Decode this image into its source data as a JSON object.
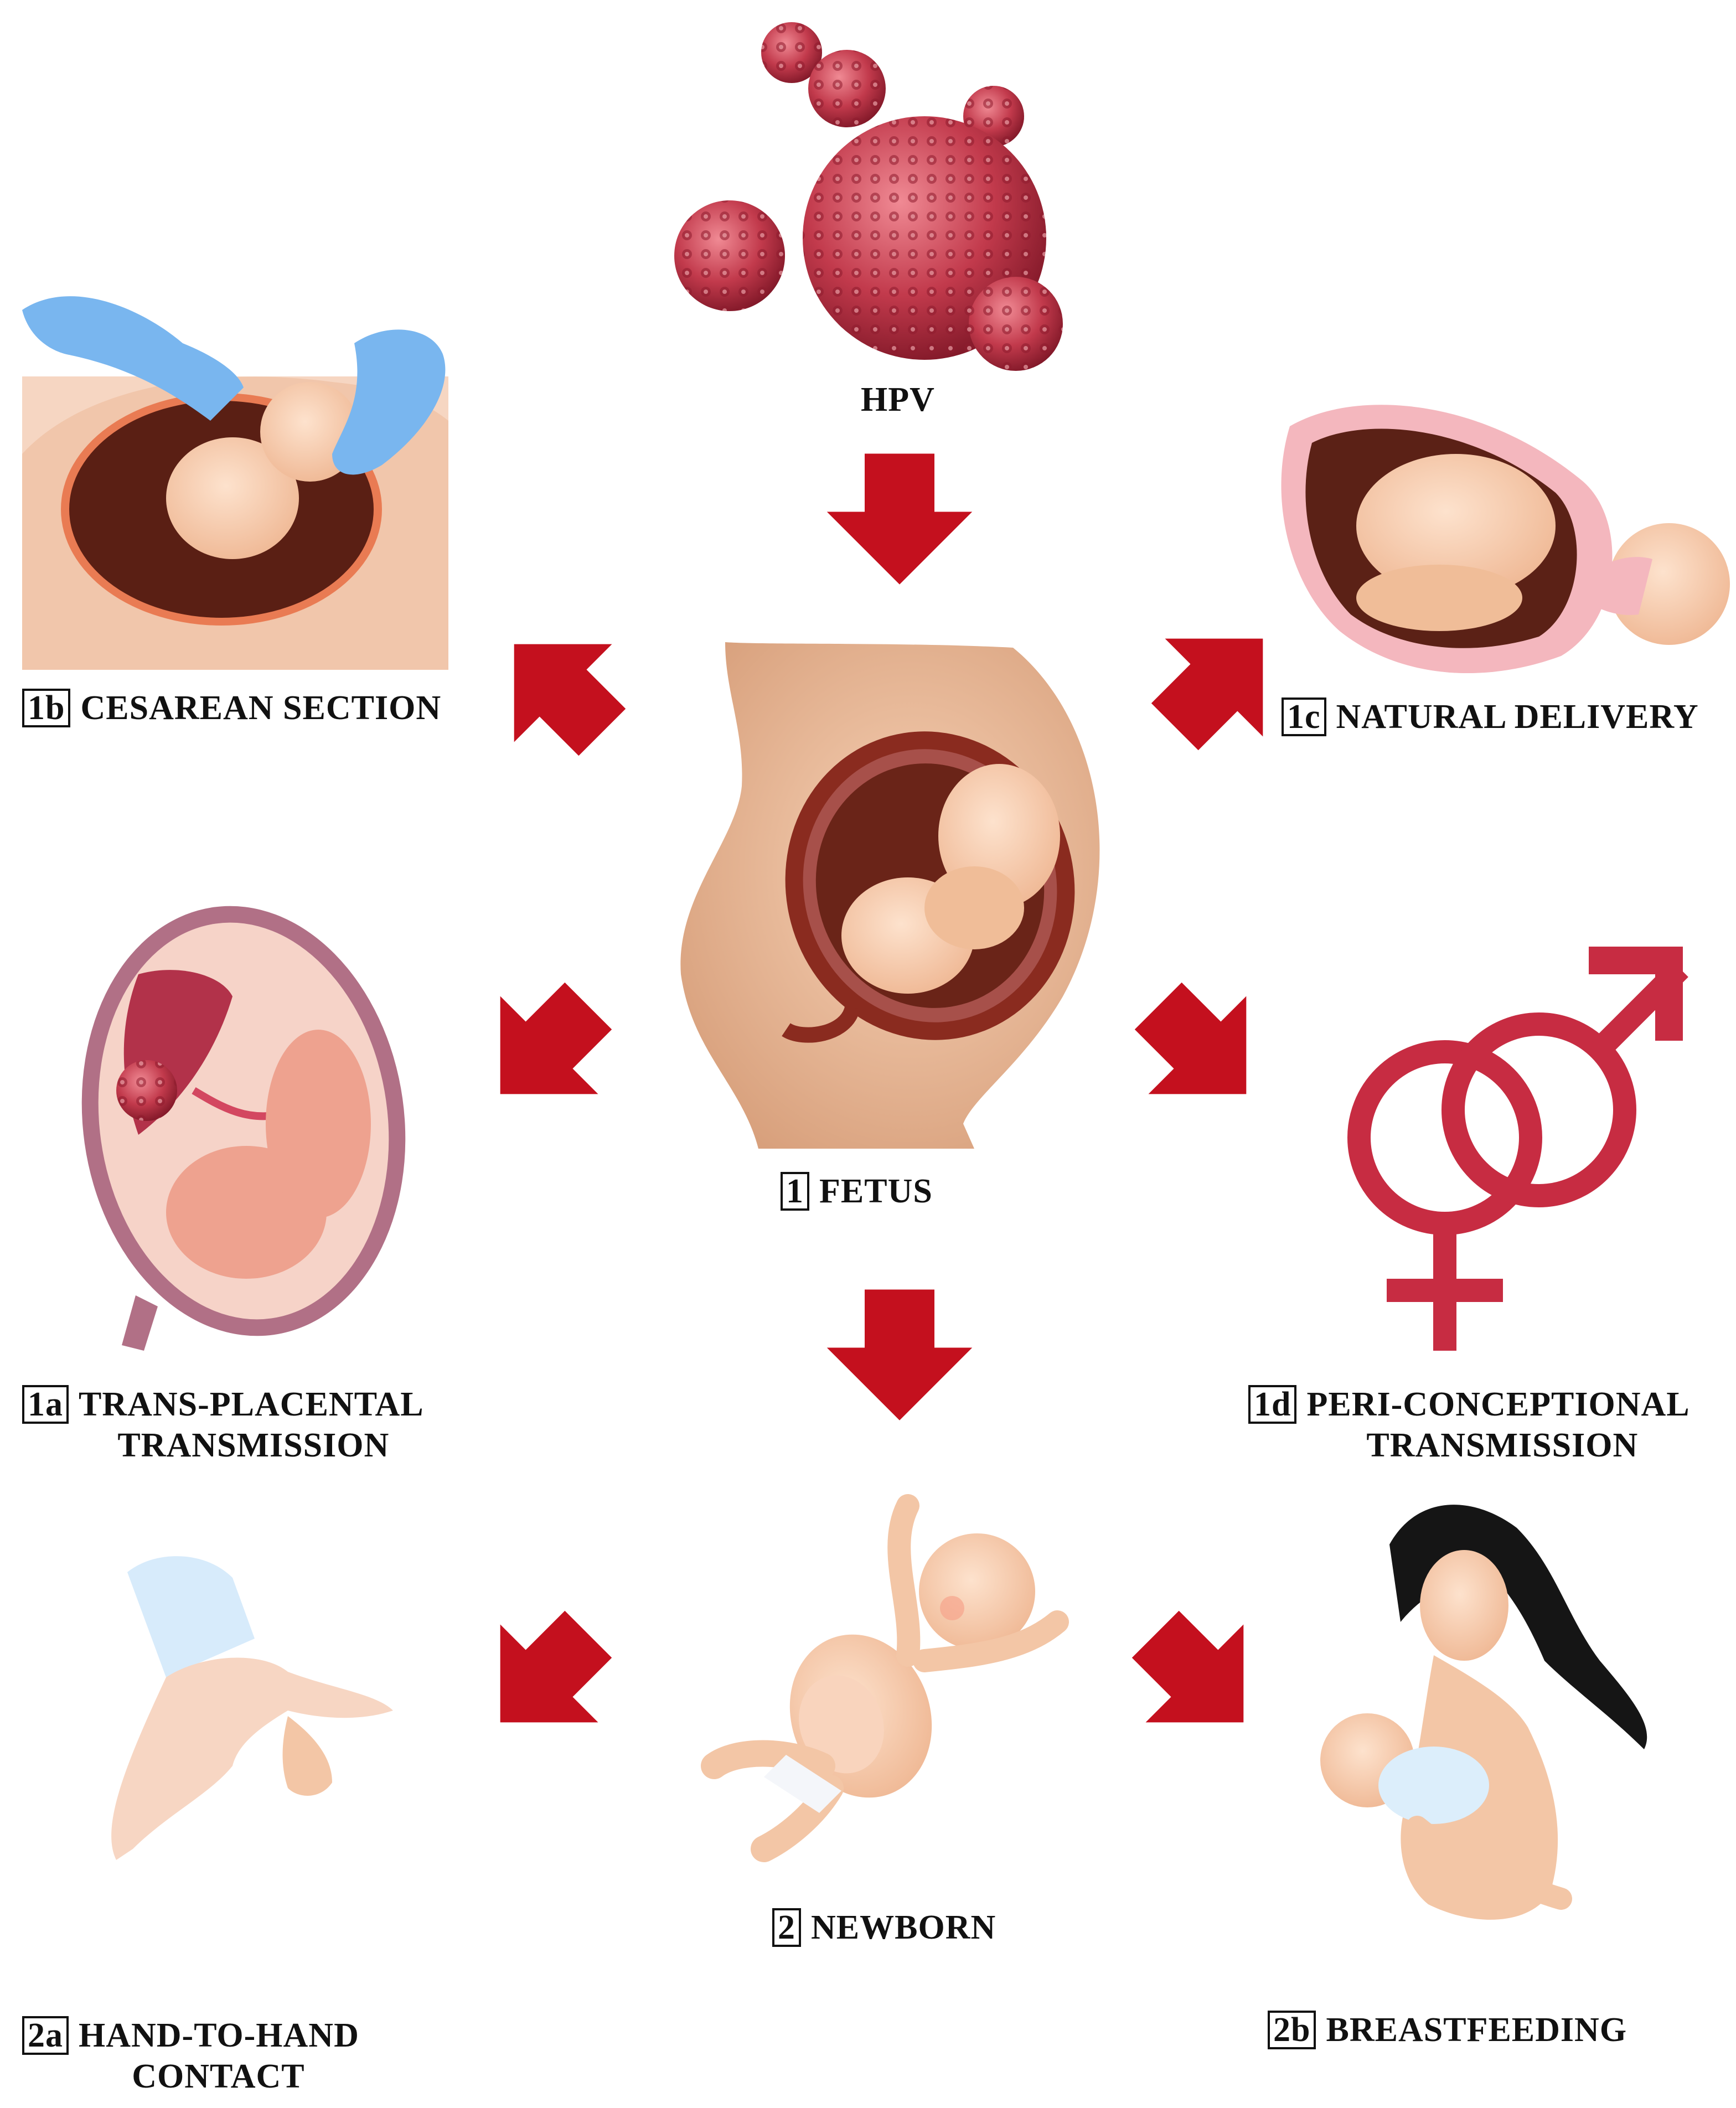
{
  "colors": {
    "arrow": "#c4101e",
    "virus": "#c23a4c",
    "skin": "#f3c6a6",
    "womb": "#5a1f14",
    "glove": "#79b6ef",
    "gender_symbol": "#c72c42",
    "hair": "#151515"
  },
  "nodes": {
    "hpv": {
      "text": "HPV",
      "icon": "hpv-virus-particles"
    },
    "fetus": {
      "code": "1",
      "text": "FETUS",
      "icon": "pregnant-womb-fetus"
    },
    "cesarean": {
      "code": "1b",
      "text": "CESAREAN SECTION",
      "icon": "cesarean-section-gloved-hands"
    },
    "natural_delivery": {
      "code": "1c",
      "text": "NATURAL DELIVERY",
      "icon": "natural-delivery-birth-canal"
    },
    "trans_placental": {
      "code": "1a",
      "line1": "TRANS-PLACENTAL",
      "line2": "TRANSMISSION",
      "icon": "placenta-fetus-virus"
    },
    "peri_conceptional": {
      "code": "1d",
      "line1": "PERI-CONCEPTIONAL",
      "line2": "TRANSMISSION",
      "icon": "male-female-symbols"
    },
    "newborn": {
      "code": "2",
      "text": "NEWBORN",
      "icon": "newborn-baby"
    },
    "hand_to_hand": {
      "code": "2a",
      "line1": "HAND-TO-HAND",
      "line2": "CONTACT",
      "icon": "adult-hand-holding-baby-hand"
    },
    "breastfeeding": {
      "code": "2b",
      "text": "BREASTFEEDING",
      "icon": "mother-breastfeeding"
    }
  },
  "edges": [
    {
      "from": "HPV",
      "to": "1 FETUS"
    },
    {
      "from": "1 FETUS",
      "to": "1b CESAREAN SECTION"
    },
    {
      "from": "1 FETUS",
      "to": "1c NATURAL DELIVERY"
    },
    {
      "from": "1 FETUS",
      "to": "1a TRANS-PLACENTAL TRANSMISSION"
    },
    {
      "from": "1 FETUS",
      "to": "1d PERI-CONCEPTIONAL TRANSMISSION"
    },
    {
      "from": "1 FETUS",
      "to": "2 NEWBORN"
    },
    {
      "from": "2 NEWBORN",
      "to": "2a HAND-TO-HAND CONTACT"
    },
    {
      "from": "2 NEWBORN",
      "to": "2b BREASTFEEDING"
    }
  ]
}
